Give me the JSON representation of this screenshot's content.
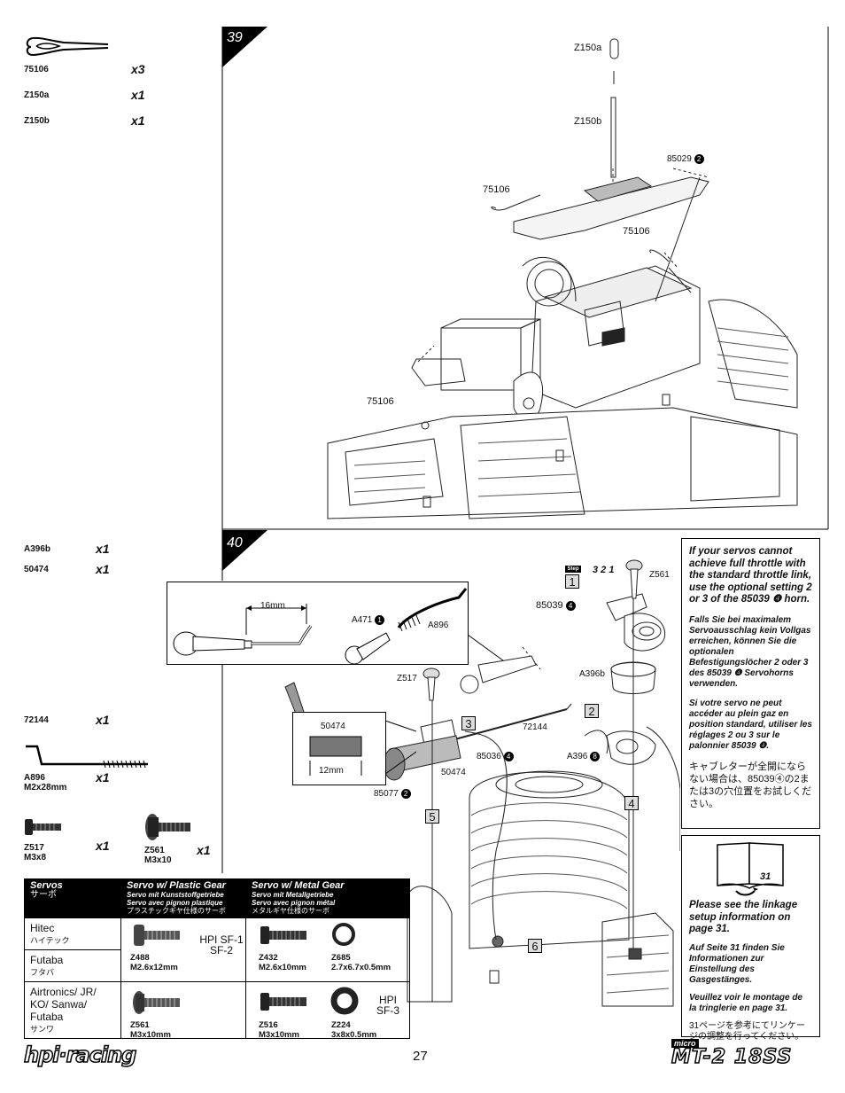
{
  "sidebar_top": {
    "items": [
      {
        "code": "75106",
        "qty": "x3"
      },
      {
        "code": "Z150a",
        "qty": "x1"
      },
      {
        "code": "Z150b",
        "qty": "x1"
      }
    ]
  },
  "sidebar_mid": {
    "items": [
      {
        "code": "A396b",
        "qty": "x1"
      },
      {
        "code": "50474",
        "qty": "x1"
      },
      {
        "code": "72144",
        "qty": "x1"
      },
      {
        "code": "A896",
        "size": "M2x28mm",
        "qty": "x1"
      },
      {
        "code": "Z517",
        "size": "M3x8",
        "qty": "x1"
      },
      {
        "code": "Z561",
        "size": "M3x10",
        "qty": "x1"
      }
    ]
  },
  "step39": {
    "number": "39",
    "labels": {
      "z150a": "Z150a",
      "z150b": "Z150b",
      "p85029": "85029",
      "p85029_circ": "2",
      "clip1": "75106",
      "clip2": "75106",
      "clip3": "75106"
    }
  },
  "step40": {
    "number": "40",
    "inset": {
      "dim": "16mm",
      "a471": "A471",
      "a471_circ": "1",
      "a896": "A896"
    },
    "step_tag": "Step",
    "steps": [
      "1",
      "2",
      "3",
      "4",
      "5",
      "6"
    ],
    "holes": "3 2 1",
    "labels": {
      "z561": "Z561",
      "p85039": "85039",
      "p85039_circ": "4",
      "z517": "Z517",
      "a396b": "A396b",
      "p50474_box": "50474",
      "dim12": "12mm",
      "p72144": "72144",
      "p85036": "85036",
      "p85036_circ": "4",
      "p50474": "50474",
      "a396": "A396",
      "a396_circ": "8",
      "p85077": "85077",
      "p85077_circ": "2"
    }
  },
  "note1": {
    "en": "If your servos cannot achieve full throttle with the standard throttle link, use the optional setting 2 or 3 of the 85039 ❹ horn.",
    "de": "Falls Sie bei maximalem Servoausschlag kein Vollgas erreichen, können Sie die optionalen Befestigungslöcher 2 oder 3 des 85039 ❹ Servohorns verwenden.",
    "fr": "Si votre servo ne peut accéder au plein gaz en position standard, utiliser les réglages 2 ou 3 sur le palonnier 85039 ❹.",
    "jp": "キャブレターが全開にならない場合は、85039④の2または3の穴位置をお試しください。"
  },
  "note2": {
    "page": "31",
    "en": "Please see the linkage setup information on page 31.",
    "de": "Auf Seite 31 finden Sie Informationen zur Einstellung des Gasgestänges.",
    "fr": "Veuillez voir le montage de la tringlerie en page 31.",
    "jp": "31ページを参考にてリンケージの調整を行ってください。"
  },
  "servo_table": {
    "headers": {
      "col1": {
        "en": "Servos",
        "jp": "サーボ"
      },
      "col2": {
        "en": "Servo w/ Plastic Gear",
        "de": "Servo mit Kunststoffgetriebe",
        "fr": "Servo avec pignon plastique",
        "jp": "プラスチックギヤ仕様のサーボ"
      },
      "col3": {
        "en": "Servo w/ Metal Gear",
        "de": "Servo mit Metallgetriebe",
        "fr": "Servo avec pignon métal",
        "jp": "メタルギヤ仕様のサーボ"
      }
    },
    "rows": [
      {
        "brand": "Hitec",
        "brand_jp": "ハイテック"
      },
      {
        "brand": "Futaba",
        "brand_jp": "フタバ"
      },
      {
        "brand": "Airtronics/ JR/ KO/ Sanwa/ Futaba",
        "brand_jp": "サンワ"
      }
    ],
    "plastic1": {
      "code": "Z488",
      "size": "M2.6x12mm",
      "horn": "HPI SF-1 SF-2"
    },
    "metal1": {
      "screw_code": "Z432",
      "screw_size": "M2.6x10mm",
      "washer_code": "Z685",
      "washer_size": "2.7x6.7x0.5mm"
    },
    "plastic2": {
      "code": "Z561",
      "size": "M3x10mm"
    },
    "metal2": {
      "screw_code": "Z516",
      "screw_size": "M3x10mm",
      "washer_code": "Z224",
      "washer_size": "3x8x0.5mm",
      "horn": "HPI SF-3"
    }
  },
  "footer": {
    "page_number": "27",
    "brand_logo": "hpi·racing",
    "model_logo_top": "micro",
    "model_logo": "MT-2 18SS"
  }
}
